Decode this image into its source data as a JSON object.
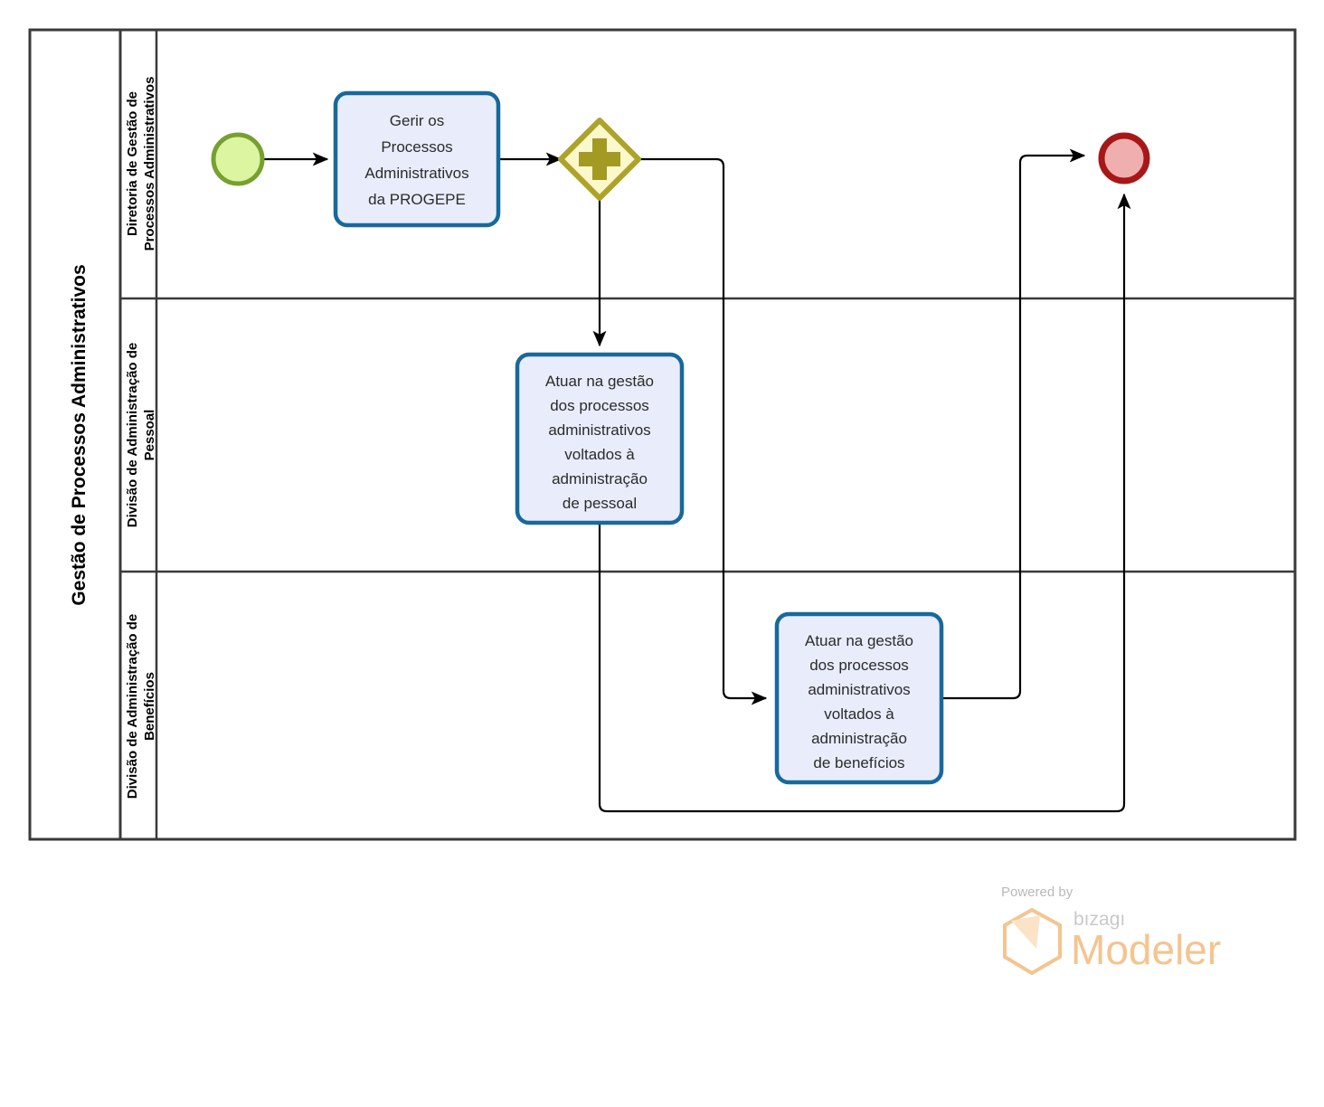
{
  "diagram": {
    "type": "bpmn-process-diagram",
    "pool": {
      "title": "Gestão de Processos Administrativos",
      "lanes": [
        {
          "id": "lane-diretoria",
          "title": "Diretoria de Gestão de Processos Administrativos"
        },
        {
          "id": "lane-pessoal",
          "title": "Divisão de Administração de Pessoal"
        },
        {
          "id": "lane-beneficios",
          "title": "Divisão de Administração de Benefícios"
        }
      ]
    },
    "nodes": {
      "start_event": {
        "kind": "start-event",
        "label": "",
        "lane": "lane-diretoria"
      },
      "task_gerir": {
        "kind": "task",
        "lane": "lane-diretoria",
        "lines": [
          "Gerir os",
          "Processos",
          "Administrativos",
          "da PROGEPE"
        ]
      },
      "gateway_parallel": {
        "kind": "parallel-gateway",
        "marker": "+",
        "lane": "lane-diretoria"
      },
      "task_pessoal": {
        "kind": "task",
        "lane": "lane-pessoal",
        "lines": [
          "Atuar na gestão",
          "dos processos",
          "administrativos",
          "voltados à",
          "administração",
          "de pessoal"
        ]
      },
      "task_beneficios": {
        "kind": "task",
        "lane": "lane-beneficios",
        "lines": [
          "Atuar na gestão",
          "dos processos",
          "administrativos",
          "voltados à",
          "administração",
          "de benefícios"
        ]
      },
      "end_event": {
        "kind": "end-event",
        "label": "",
        "lane": "lane-diretoria"
      }
    },
    "colors": {
      "task_fill": "#E9EDFB",
      "task_stroke": "#18699B",
      "start_fill": "#DCF5A0",
      "start_stroke": "#76A030",
      "end_fill": "#EFAFAF",
      "end_stroke": "#A81717",
      "gateway_fill": "#FBF8CC",
      "gateway_stroke": "#ADA329",
      "gateway_marker": "#A39A22",
      "pool_border": "#3A3A3A",
      "flow_line": "#000000"
    }
  },
  "footer": {
    "powered_by": "Powered by",
    "brand_small": "bızagı",
    "brand_large": "Modeler"
  }
}
